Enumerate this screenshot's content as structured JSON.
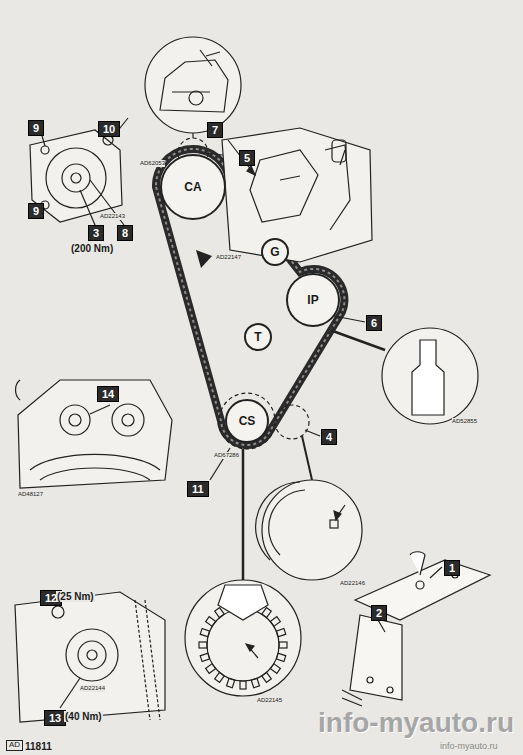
{
  "diagram": {
    "nodes": [
      {
        "text": [
          "CA"
        ]
      },
      {
        "text": [
          "G"
        ]
      },
      {
        "text": [
          "IP"
        ]
      },
      {
        "text": [
          "T"
        ]
      },
      {
        "text": [
          "CS"
        ]
      }
    ],
    "labels": [
      "5",
      "AD62053",
      "9",
      "10",
      "9",
      "3",
      "8",
      "(200 Nm)",
      "AD22143",
      "7",
      "AD22147",
      "6",
      "AD52855",
      "14",
      "AD48127",
      "11",
      "4",
      "AD22146",
      "AD67286",
      "12",
      "(25 Nm)",
      "13",
      "(40 Nm)",
      "AD22144",
      "AD22145",
      "1",
      "2",
      "AD",
      "11811",
      "info-myauto.ru",
      "info-myauto.ru"
    ]
  }
}
